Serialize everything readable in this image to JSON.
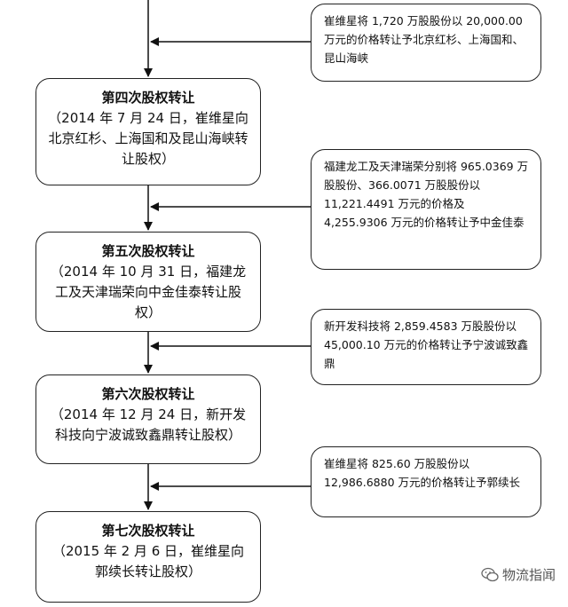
{
  "stages": [
    {
      "title": "第四次股权转让",
      "detail": "（2014 年 7 月 24 日，崔维星向北京红杉、上海国和及昆山海峡转让股权）"
    },
    {
      "title": "第五次股权转让",
      "detail": "（2014 年 10 月 31 日，福建龙工及天津瑞荣向中金佳泰转让股权）"
    },
    {
      "title": "第六次股权转让",
      "detail": "（2014 年 12 月 24 日，新开发科技向宁波诚致鑫鼎转让股权）"
    },
    {
      "title": "第七次股权转让",
      "detail": "（2015 年 2 月 6 日，崔维星向郭续长转让股权）"
    }
  ],
  "notes": [
    "崔维星将 1,720 万股股份以 20,000.00 万元的价格转让予北京红杉、上海国和、昆山海峡",
    "福建龙工及天津瑞荣分别将 965.0369 万股股份、366.0071 万股股份以 11,221.4491 万元的价格及 4,255.9306 万元的价格转让予中金佳泰",
    "新开发科技将 2,859.4583 万股股份以 45,000.10 万元的价格转让予宁波诚致鑫鼎",
    "崔维星将 825.60 万股股份以 12,986.6880 万元的价格转让予郭续长"
  ],
  "watermark": "物流指闻"
}
